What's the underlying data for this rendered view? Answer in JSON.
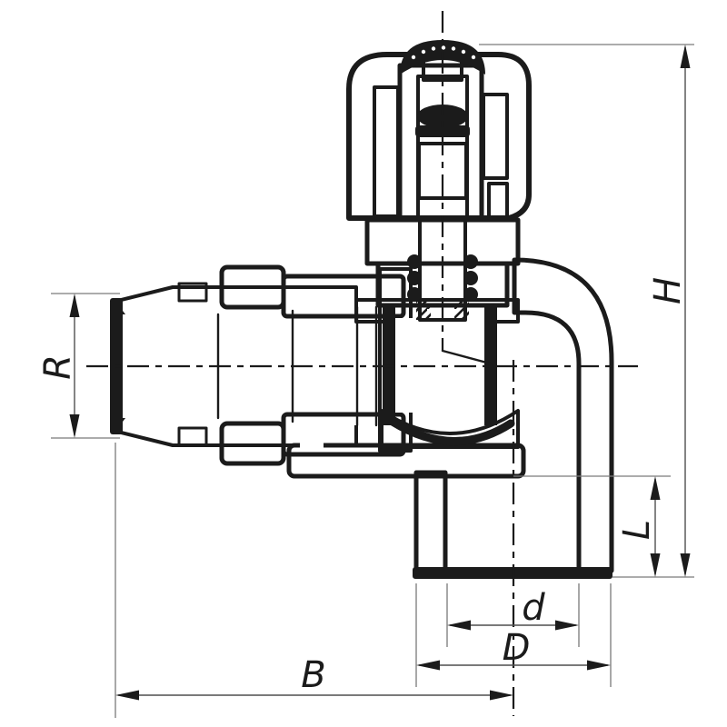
{
  "drawing": {
    "kind": "angle-valve-cross-section-technical-drawing",
    "colors": {
      "background": "#ffffff",
      "line": "#1b1b1b",
      "dimension_line": "#4f4f4f",
      "extension_line": "#7a7a7a"
    },
    "labels": {
      "R": "R",
      "H": "H",
      "L": "L",
      "d": "d",
      "D": "D",
      "B": "B"
    }
  }
}
